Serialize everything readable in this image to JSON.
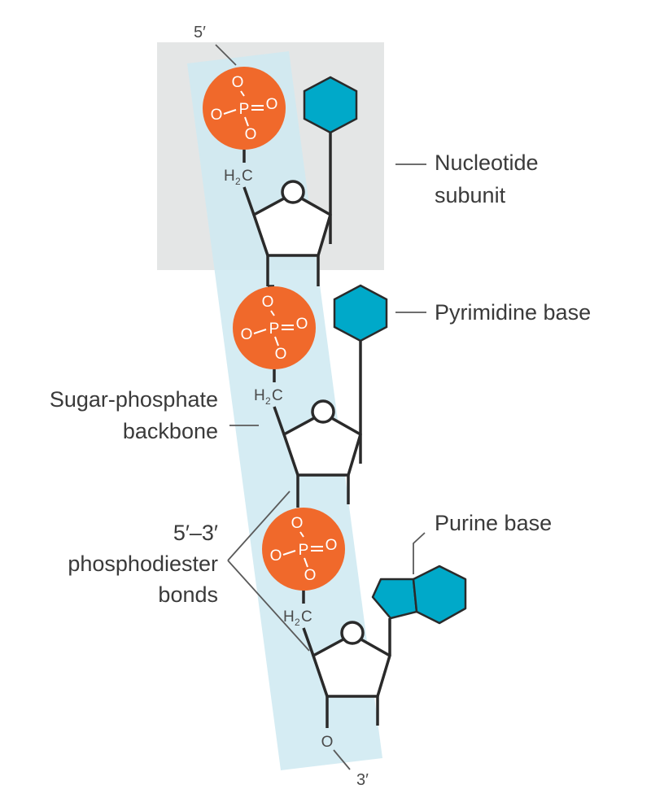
{
  "labels": {
    "five_prime": "5′",
    "three_prime": "3′",
    "nucleotide_line1": "Nucleotide",
    "nucleotide_line2": "subunit",
    "pyrimidine": "Pyrimidine base",
    "purine": "Purine base",
    "backbone_line1": "Sugar-phosphate",
    "backbone_line2": "backbone",
    "bonds_line1": "5′–3′",
    "bonds_line2": "phosphodiester",
    "bonds_line3": "bonds"
  },
  "chemistry": {
    "phosphorus": "P",
    "oxygen": "O",
    "methylene_h": "H",
    "methylene_sub": "2",
    "methylene_c": "C",
    "terminal_oxygen": "O"
  },
  "colors": {
    "phosphate": "#f0692b",
    "base": "#00a9c9",
    "backbone_band": "#cfe9f1",
    "nucleotide_box": "#e4e6e6",
    "structure_line": "#2a2a2a",
    "leader_line": "#5a5a5a"
  }
}
